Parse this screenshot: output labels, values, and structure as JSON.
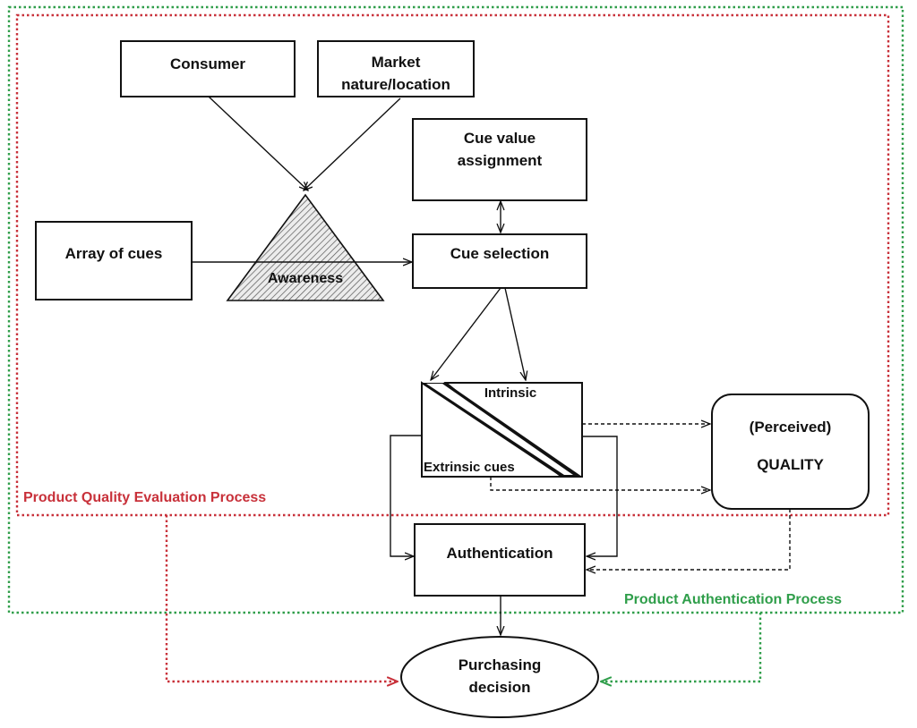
{
  "nodes": {
    "consumer": "Consumer",
    "market": "Market\nnature/location",
    "cue_value": "Cue value\nassignment",
    "array_of_cues": "Array of cues",
    "awareness": "Awareness",
    "cue_selection": "Cue selection",
    "intrinsic": "Intrinsic",
    "extrinsic": "Extrinsic cues",
    "perceived": "(Perceived)",
    "quality": "QUALITY",
    "authentication": "Authentication",
    "purchasing": "Purchasing\ndecision"
  },
  "regions": {
    "evaluation": "Product Quality Evaluation Process",
    "authentication": "Product Authentication Process"
  },
  "colors": {
    "evaluation": "#c8313a",
    "authentication": "#2f9e4a",
    "ink": "#111111"
  }
}
